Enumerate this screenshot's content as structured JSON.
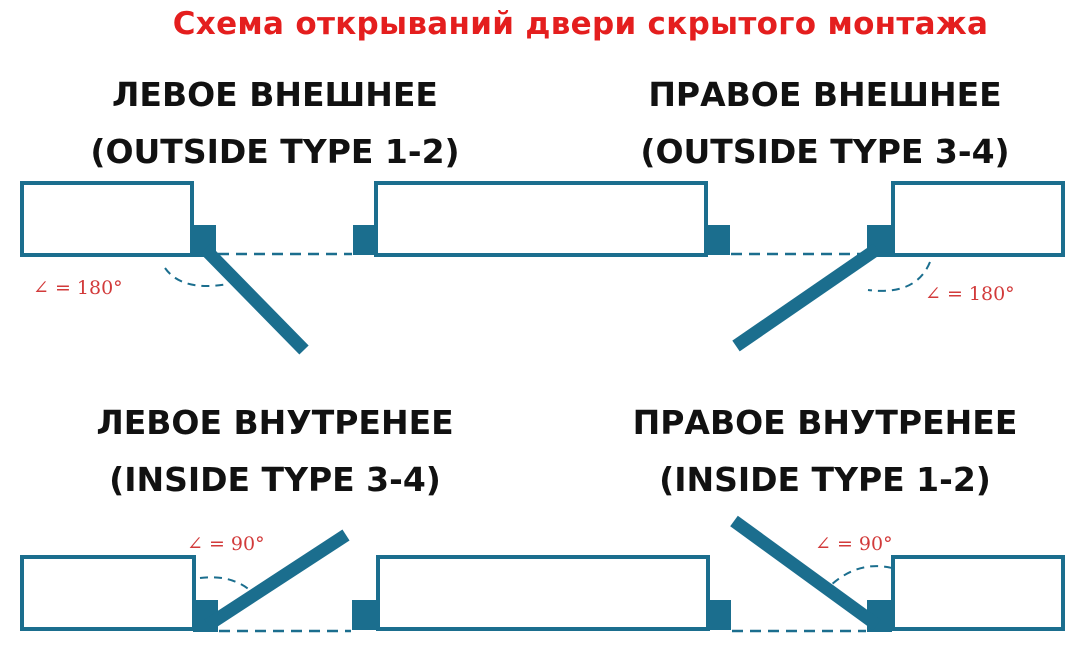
{
  "title": "Схема открываний двери скрытого монтажа",
  "sections": {
    "left_outside": {
      "line1": "ЛЕВОЕ ВНЕШНЕЕ",
      "line2": "(OUTSIDE TYPE 1-2)",
      "angle": "∠ = 180°"
    },
    "right_outside": {
      "line1": "ПРАВОЕ ВНЕШНЕЕ",
      "line2": "(OUTSIDE TYPE 3-4)",
      "angle": "∠ = 180°"
    },
    "left_inside": {
      "line1": "ЛЕВОЕ ВНУТРЕНЕЕ",
      "line2": "(INSIDE TYPE 3-4)",
      "angle": "∠ = 90°"
    },
    "right_inside": {
      "line1": "ПРАВОЕ ВНУТРЕНЕЕ",
      "line2": "(INSIDE TYPE 1-2)",
      "angle": "∠ = 90°"
    }
  },
  "colors": {
    "structure": "#1b6e8e",
    "title": "#e41e1e",
    "angle_text": "#d23a3a",
    "text": "#111111"
  }
}
